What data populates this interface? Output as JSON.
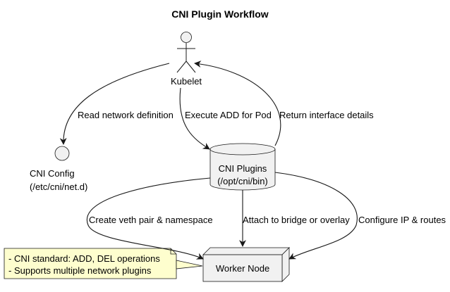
{
  "title": "CNI Plugin Workflow",
  "nodes": {
    "kubelet": {
      "label": "Kubelet",
      "icon": "actor-icon"
    },
    "cni_config": {
      "lines": [
        "CNI Config",
        "(/etc/cni/net.d)"
      ],
      "icon": "interface-circle-icon"
    },
    "cni_plugins": {
      "lines": [
        "CNI Plugins",
        "(/opt/cni/bin)"
      ],
      "icon": "database-icon"
    },
    "worker_node": {
      "label": "Worker Node",
      "icon": "node-box-icon"
    }
  },
  "edges": {
    "read_network_definition": "Read network definition",
    "execute_add": "Execute ADD for Pod",
    "return_interface": "Return interface details",
    "create_veth": "Create veth pair & namespace",
    "attach_bridge": "Attach to bridge or overlay",
    "configure_ip": "Configure IP & routes"
  },
  "note": {
    "lines": [
      "- CNI standard: ADD, DEL operations",
      "- Supports multiple network plugins"
    ]
  },
  "colors": {
    "shape_fill": "#f1f1f1",
    "note_fill": "#fefece",
    "stroke": "#181818"
  }
}
